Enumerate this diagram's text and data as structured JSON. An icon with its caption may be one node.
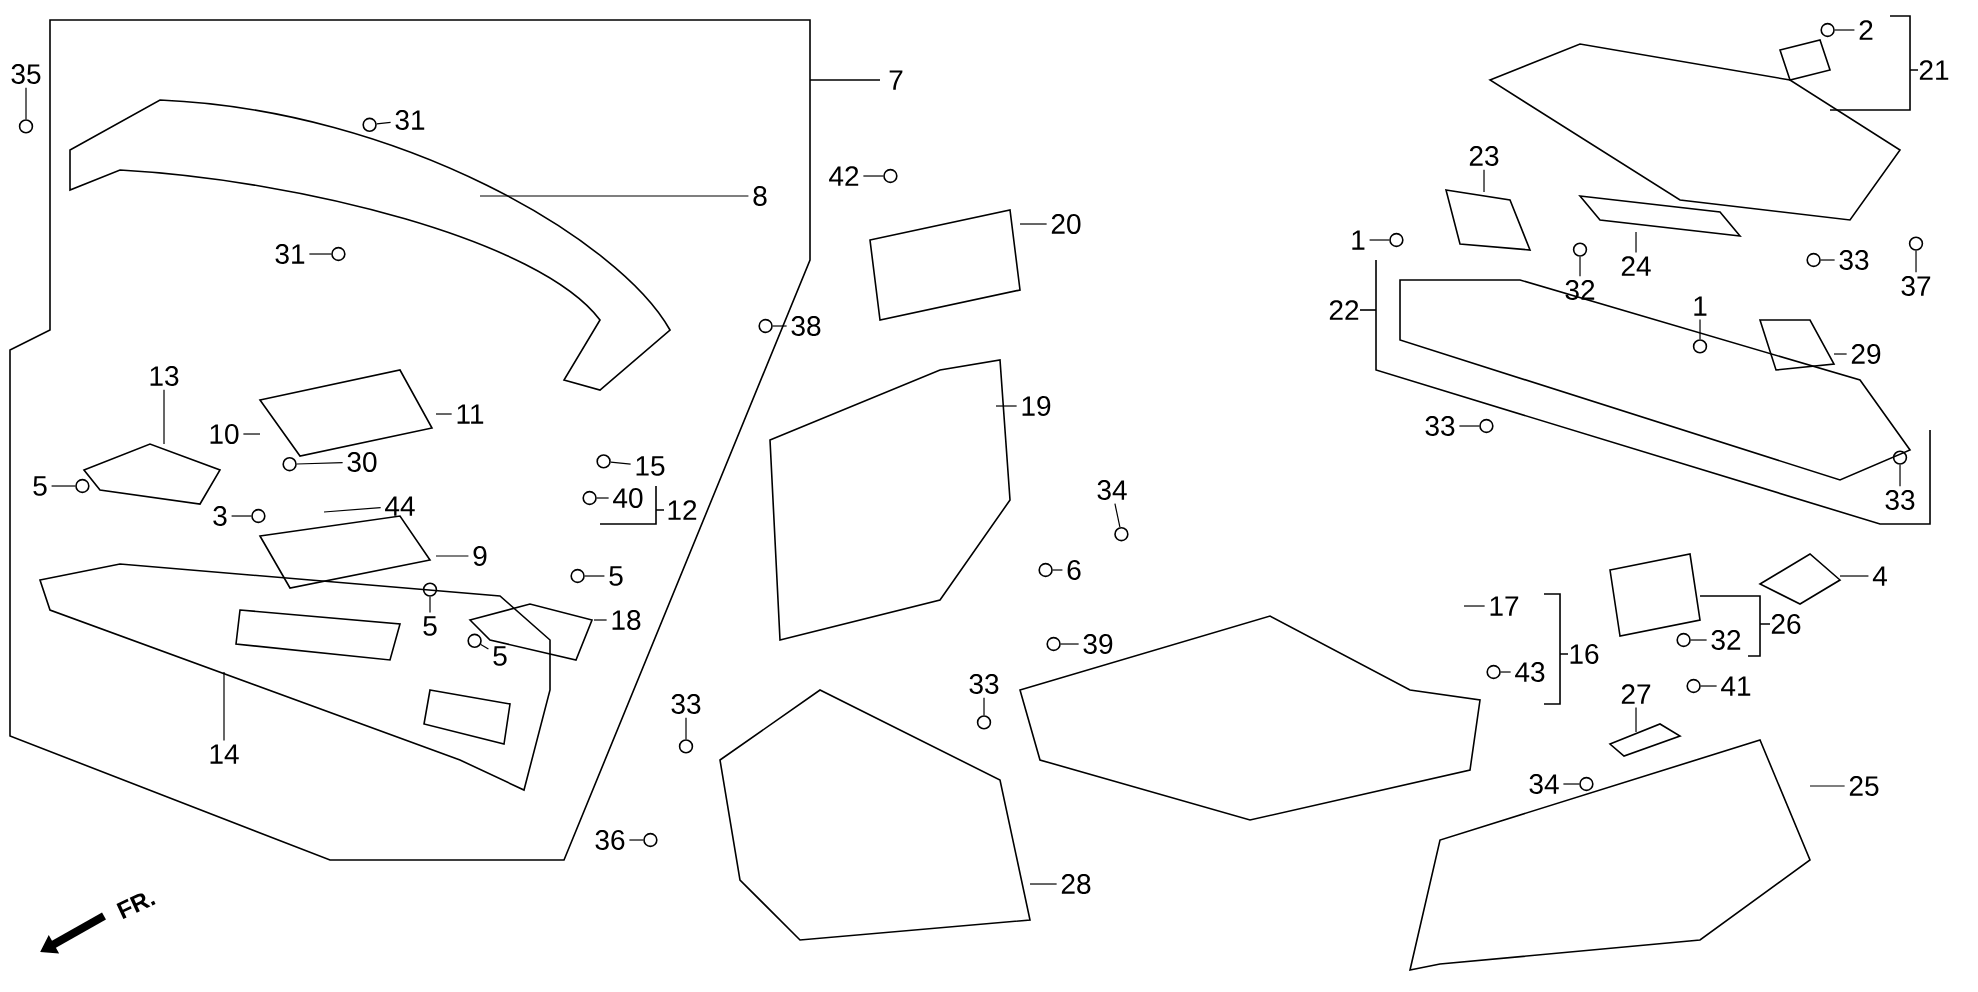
{
  "diagram": {
    "nodes": [
      {
        "text": [
          "35"
        ]
      },
      {
        "text": [
          "31"
        ]
      },
      {
        "text": [
          "31"
        ]
      },
      {
        "text": [
          "8"
        ]
      },
      {
        "text": [
          "7"
        ]
      },
      {
        "text": [
          "42"
        ]
      },
      {
        "text": [
          "20"
        ]
      },
      {
        "text": [
          "38"
        ]
      },
      {
        "text": [
          "13"
        ]
      },
      {
        "text": [
          "11"
        ]
      },
      {
        "text": [
          "10"
        ]
      },
      {
        "text": [
          "30"
        ]
      },
      {
        "text": [
          "15"
        ]
      },
      {
        "text": [
          "40"
        ]
      },
      {
        "text": [
          "12"
        ]
      },
      {
        "text": [
          "5"
        ]
      },
      {
        "text": [
          "3"
        ]
      },
      {
        "text": [
          "44"
        ]
      },
      {
        "text": [
          "9"
        ]
      },
      {
        "text": [
          "5"
        ]
      },
      {
        "text": [
          "5"
        ]
      },
      {
        "text": [
          "18"
        ]
      },
      {
        "text": [
          "5"
        ]
      },
      {
        "text": [
          "14"
        ]
      },
      {
        "text": [
          "19"
        ]
      },
      {
        "text": [
          "34"
        ]
      },
      {
        "text": [
          "6"
        ]
      },
      {
        "text": [
          "33"
        ]
      },
      {
        "text": [
          "33"
        ]
      },
      {
        "text": [
          "39"
        ]
      },
      {
        "text": [
          "36"
        ]
      },
      {
        "text": [
          "28"
        ]
      },
      {
        "text": [
          "17"
        ]
      },
      {
        "text": [
          "16"
        ]
      },
      {
        "text": [
          "43"
        ]
      },
      {
        "text": [
          "2"
        ]
      },
      {
        "text": [
          "21"
        ]
      },
      {
        "text": [
          "23"
        ]
      },
      {
        "text": [
          "1"
        ]
      },
      {
        "text": [
          "24"
        ]
      },
      {
        "text": [
          "32"
        ]
      },
      {
        "text": [
          "33"
        ]
      },
      {
        "text": [
          "37"
        ]
      },
      {
        "text": [
          "22"
        ]
      },
      {
        "text": [
          "1"
        ]
      },
      {
        "text": [
          "29"
        ]
      },
      {
        "text": [
          "33"
        ]
      },
      {
        "text": [
          "33"
        ]
      },
      {
        "text": [
          "4"
        ]
      },
      {
        "text": [
          "26"
        ]
      },
      {
        "text": [
          "32"
        ]
      },
      {
        "text": [
          "27"
        ]
      },
      {
        "text": [
          "41"
        ]
      },
      {
        "text": [
          "34"
        ]
      },
      {
        "text": [
          "25"
        ]
      },
      {
        "text": [],
        "shape": "circle"
      },
      {
        "text": [],
        "shape": "circle"
      },
      {
        "text": [],
        "shape": "circle"
      },
      {
        "text": [],
        "shape": "circle"
      },
      {
        "text": [],
        "shape": "circle"
      },
      {
        "text": [],
        "shape": "circle"
      },
      {
        "text": [],
        "shape": "circle"
      },
      {
        "text": [],
        "shape": "circle"
      },
      {
        "text": [],
        "shape": "circle"
      },
      {
        "text": [],
        "shape": "circle"
      },
      {
        "text": [],
        "shape": "circle"
      },
      {
        "text": [],
        "shape": "circle"
      },
      {
        "text": [],
        "shape": "circle"
      },
      {
        "text": [],
        "shape": "circle"
      },
      {
        "text": [],
        "shape": "circle"
      },
      {
        "text": [],
        "shape": "circle"
      },
      {
        "text": [],
        "shape": "circle"
      },
      {
        "text": [],
        "shape": "circle"
      },
      {
        "text": [],
        "shape": "circle"
      },
      {
        "text": [],
        "shape": "circle"
      },
      {
        "text": [],
        "shape": "circle"
      },
      {
        "text": [],
        "shape": "circle"
      },
      {
        "text": [],
        "shape": "circle"
      },
      {
        "text": [],
        "shape": "circle"
      },
      {
        "text": [],
        "shape": "circle"
      },
      {
        "text": [],
        "shape": "circle"
      },
      {
        "text": [],
        "shape": "circle"
      },
      {
        "text": [],
        "shape": "circle"
      },
      {
        "text": [],
        "shape": "circle"
      },
      {
        "text": [],
        "shape": "circle"
      },
      {
        "text": [],
        "shape": "circle"
      }
    ],
    "edges": [
      {
        "from": 0,
        "to": 55,
        "arrow": "none"
      },
      {
        "from": 1,
        "to": 60,
        "arrow": "none"
      },
      {
        "from": 2,
        "to": 59,
        "arrow": "none"
      },
      {
        "from": 3,
        "to": null,
        "arrow": "none"
      },
      {
        "from": 5,
        "to": 69,
        "arrow": "none"
      },
      {
        "from": 6,
        "to": null,
        "arrow": "none"
      },
      {
        "from": 7,
        "to": 68,
        "arrow": "none"
      },
      {
        "from": 8,
        "to": null,
        "arrow": "none"
      },
      {
        "from": 9,
        "to": null,
        "arrow": "none"
      },
      {
        "from": 10,
        "to": null,
        "arrow": "none"
      },
      {
        "from": 11,
        "to": 58,
        "arrow": "none"
      },
      {
        "from": 12,
        "to": 65,
        "arrow": "none"
      },
      {
        "from": 13,
        "to": 64,
        "arrow": "none"
      },
      {
        "from": 15,
        "to": 56,
        "arrow": "none"
      },
      {
        "from": 16,
        "to": 57,
        "arrow": "none"
      },
      {
        "from": 17,
        "to": null,
        "arrow": "none"
      },
      {
        "from": 18,
        "to": null,
        "arrow": "none"
      },
      {
        "from": 19,
        "to": 61,
        "arrow": "none"
      },
      {
        "from": 20,
        "to": 63,
        "arrow": "none"
      },
      {
        "from": 21,
        "to": null,
        "arrow": "none"
      },
      {
        "from": 22,
        "to": 62,
        "arrow": "none"
      },
      {
        "from": 23,
        "to": null,
        "arrow": "none"
      },
      {
        "from": 24,
        "to": null,
        "arrow": "none"
      },
      {
        "from": 25,
        "to": 73,
        "arrow": "none"
      },
      {
        "from": 26,
        "to": 71,
        "arrow": "none"
      },
      {
        "from": 27,
        "to": 67,
        "arrow": "none"
      },
      {
        "from": 28,
        "to": 70,
        "arrow": "none"
      },
      {
        "from": 29,
        "to": 72,
        "arrow": "none"
      },
      {
        "from": 30,
        "to": 66,
        "arrow": "none"
      },
      {
        "from": 31,
        "to": null,
        "arrow": "none"
      },
      {
        "from": 32,
        "to": null,
        "arrow": "none"
      },
      {
        "from": 34,
        "to": 76,
        "arrow": "none"
      },
      {
        "from": 35,
        "to": 83,
        "arrow": "none"
      },
      {
        "from": 37,
        "to": null,
        "arrow": "none"
      },
      {
        "from": 38,
        "to": 74,
        "arrow": "none"
      },
      {
        "from": 39,
        "to": null,
        "arrow": "none"
      },
      {
        "from": 40,
        "to": 78,
        "arrow": "none"
      },
      {
        "from": 41,
        "to": 82,
        "arrow": "none"
      },
      {
        "from": 42,
        "to": 85,
        "arrow": "none"
      },
      {
        "from": 44,
        "to": 80,
        "arrow": "none"
      },
      {
        "from": 45,
        "to": null,
        "arrow": "none"
      },
      {
        "from": 46,
        "to": 75,
        "arrow": "none"
      },
      {
        "from": 47,
        "to": 84,
        "arrow": "none"
      },
      {
        "from": 48,
        "to": null,
        "arrow": "none"
      },
      {
        "from": 50,
        "to": 79,
        "arrow": "none"
      },
      {
        "from": 51,
        "to": null,
        "arrow": "none"
      },
      {
        "from": 52,
        "to": 81,
        "arrow": "none"
      },
      {
        "from": 53,
        "to": 77,
        "arrow": "none"
      },
      {
        "from": 54,
        "to": null,
        "arrow": "none"
      }
    ],
    "labels": [
      "FR."
    ]
  }
}
